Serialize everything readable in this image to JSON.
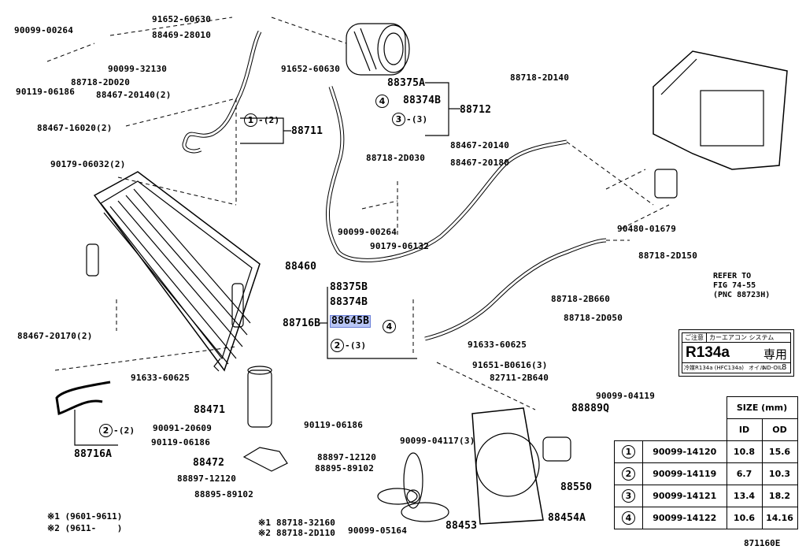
{
  "parts": [
    {
      "id": "p1",
      "text": "90099-00264"
    },
    {
      "id": "p2",
      "text": "91652-60630"
    },
    {
      "id": "p3",
      "text": "88469-28010"
    },
    {
      "id": "p4",
      "text": "90099-32130"
    },
    {
      "id": "p5",
      "text": "88718-2D020"
    },
    {
      "id": "p6",
      "text": "90119-06186"
    },
    {
      "id": "p7",
      "text": "88467-20140(2)"
    },
    {
      "id": "p8",
      "text": "88467-16020(2)"
    },
    {
      "id": "p9",
      "text": "88711"
    },
    {
      "id": "p10",
      "text": "91652-60630"
    },
    {
      "id": "p11",
      "text": "88375A"
    },
    {
      "id": "p12",
      "text": "88374B"
    },
    {
      "id": "p13",
      "text": "88712"
    },
    {
      "id": "p14",
      "text": "-(3)"
    },
    {
      "id": "p15",
      "text": "88718-2D140"
    },
    {
      "id": "p16",
      "text": "88467-20140"
    },
    {
      "id": "p17",
      "text": "88718-2D030"
    },
    {
      "id": "p18",
      "text": "88467-20180"
    },
    {
      "id": "p19",
      "text": "90179-06032(2)"
    },
    {
      "id": "p20",
      "text": "90099-00264"
    },
    {
      "id": "p21",
      "text": "90179-06132"
    },
    {
      "id": "p22",
      "text": "90480-01679"
    },
    {
      "id": "p23",
      "text": "88718-2D150"
    },
    {
      "id": "p24",
      "text": "88460"
    },
    {
      "id": "p25",
      "text": "88375B"
    },
    {
      "id": "p26",
      "text": "88374B"
    },
    {
      "id": "p27",
      "text": "88716B"
    },
    {
      "id": "p28",
      "text": "88645B"
    },
    {
      "id": "p29",
      "text": "-(3)"
    },
    {
      "id": "p30",
      "text": "88718-2B660"
    },
    {
      "id": "p31",
      "text": "88718-2D050"
    },
    {
      "id": "p32",
      "text": "88467-20170(2)"
    },
    {
      "id": "p33",
      "text": "91633-60625"
    },
    {
      "id": "p34",
      "text": "91633-60625"
    },
    {
      "id": "p35",
      "text": "91651-B0616(3)"
    },
    {
      "id": "p36",
      "text": "82711-2B640"
    },
    {
      "id": "p37",
      "text": "88471"
    },
    {
      "id": "p38",
      "text": "90091-20609"
    },
    {
      "id": "p39",
      "text": "90119-06186"
    },
    {
      "id": "p40",
      "text": "90119-06186"
    },
    {
      "id": "p41",
      "text": "88889Q"
    },
    {
      "id": "p42",
      "text": "90099-04119"
    },
    {
      "id": "p43",
      "text": "88472"
    },
    {
      "id": "p44",
      "text": "88897-12120"
    },
    {
      "id": "p45",
      "text": "88897-12120"
    },
    {
      "id": "p46",
      "text": "88895-89102"
    },
    {
      "id": "p47",
      "text": "88895-89102"
    },
    {
      "id": "p48",
      "text": "90099-04117(3)"
    },
    {
      "id": "p49",
      "text": "88550"
    },
    {
      "id": "p50",
      "text": "88716A"
    },
    {
      "id": "p51",
      "text": "-(2)"
    },
    {
      "id": "p52",
      "text": "-(2)"
    },
    {
      "id": "p53",
      "text": "※1 88718-32160"
    },
    {
      "id": "p54",
      "text": "※2 88718-2D110"
    },
    {
      "id": "p55",
      "text": "90099-05164"
    },
    {
      "id": "p56",
      "text": "88453"
    },
    {
      "id": "p57",
      "text": "88454A"
    }
  ],
  "circles": [
    {
      "id": "c1",
      "text": "1"
    },
    {
      "id": "c2",
      "text": "4"
    },
    {
      "id": "c3",
      "text": "3"
    },
    {
      "id": "c4",
      "text": "4"
    },
    {
      "id": "c5",
      "text": "2"
    },
    {
      "id": "c6",
      "text": "2"
    }
  ],
  "refer": {
    "line1": "REFER TO",
    "line2": "FIG 74-55",
    "line3": "(PNC 88723H)"
  },
  "label": {
    "top1": "ご注意",
    "top2": "カーエアコン システム",
    "main": "R134a",
    "jp": "専用",
    "b1": "冷媒",
    "b2": "R134a (HFC134a)",
    "b3": "オイル",
    "b4": "ND-OIL",
    "b5": "8"
  },
  "size_table": {
    "title": "SIZE (mm)",
    "headers": [
      "ID",
      "OD"
    ],
    "rows": [
      {
        "no": "1",
        "part": "90099-14120",
        "id": "10.8",
        "od": "15.6"
      },
      {
        "no": "2",
        "part": "90099-14119",
        "id": "6.7",
        "od": "10.3"
      },
      {
        "no": "3",
        "part": "90099-14121",
        "id": "13.4",
        "od": "18.2"
      },
      {
        "no": "4",
        "part": "90099-14122",
        "id": "10.6",
        "od": "14.16"
      }
    ]
  },
  "notes": [
    "※1 (9601-9611)",
    "※2 (9611-    )"
  ],
  "footer": "871160E"
}
